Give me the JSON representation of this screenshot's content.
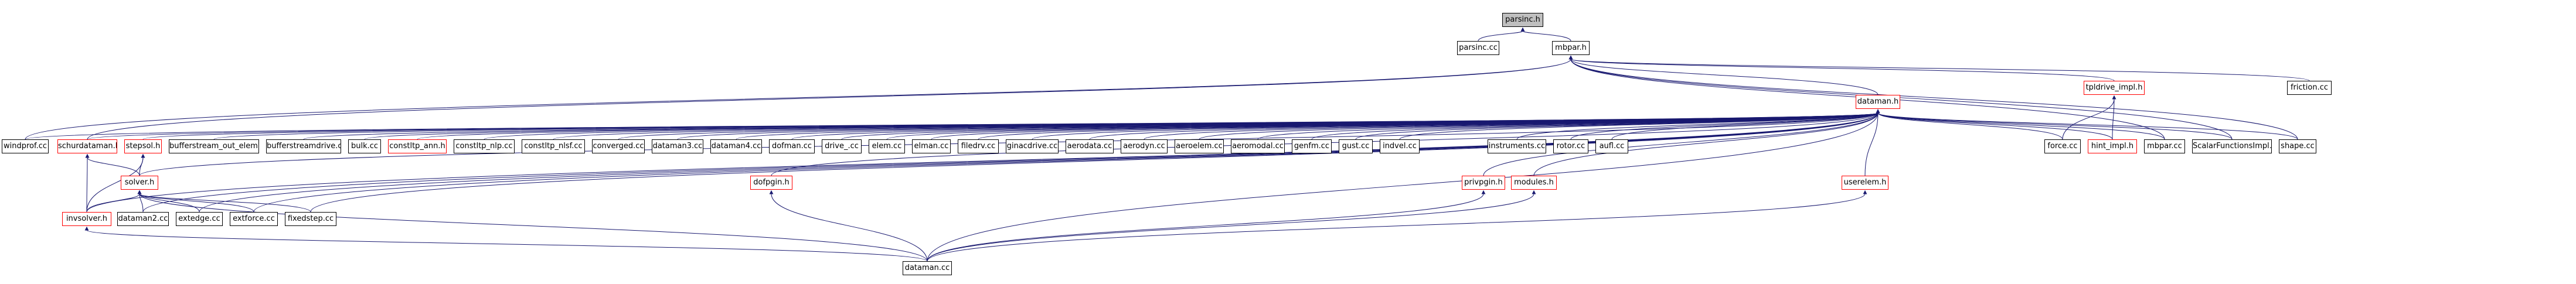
{
  "graph": {
    "colors": {
      "edge": "#191970",
      "node_border": "#000000",
      "incomplete_border": "#ff0000",
      "root_fill": "#bfbfbf"
    },
    "nodes": [
      {
        "id": "parsinc_h",
        "label": "parsinc.h",
        "kind": "root"
      },
      {
        "id": "parsinc_cc",
        "label": "parsinc.cc",
        "kind": "normal"
      },
      {
        "id": "mbpar_h",
        "label": "mbpar.h",
        "kind": "normal"
      },
      {
        "id": "dataman_h",
        "label": "dataman.h",
        "kind": "incomplete"
      },
      {
        "id": "friction_cc",
        "label": "friction.cc",
        "kind": "normal"
      },
      {
        "id": "tpldrive_impl_h",
        "label": "tpldrive_impl.h",
        "kind": "incomplete"
      },
      {
        "id": "windprof_cc",
        "label": "windprof.cc",
        "kind": "normal"
      },
      {
        "id": "schurdataman_h",
        "label": "schurdataman.h",
        "kind": "incomplete"
      },
      {
        "id": "stepsol_h",
        "label": "stepsol.h",
        "kind": "incomplete"
      },
      {
        "id": "bufferstream_out_elem_cc",
        "label": "bufferstream_out_elem.cc",
        "kind": "normal"
      },
      {
        "id": "bufferstreamdrive_cc",
        "label": "bufferstreamdrive.cc",
        "kind": "normal"
      },
      {
        "id": "bulk_cc",
        "label": "bulk.cc",
        "kind": "normal"
      },
      {
        "id": "constltp_ann_h",
        "label": "constltp_ann.h",
        "kind": "incomplete"
      },
      {
        "id": "constltp_nlp_cc",
        "label": "constltp_nlp.cc",
        "kind": "normal"
      },
      {
        "id": "constltp_nlsf_cc",
        "label": "constltp_nlsf.cc",
        "kind": "normal"
      },
      {
        "id": "converged_cc",
        "label": "converged.cc",
        "kind": "normal"
      },
      {
        "id": "dataman3_cc",
        "label": "dataman3.cc",
        "kind": "normal"
      },
      {
        "id": "dataman4_cc",
        "label": "dataman4.cc",
        "kind": "normal"
      },
      {
        "id": "dofman_cc",
        "label": "dofman.cc",
        "kind": "normal"
      },
      {
        "id": "drive_cc",
        "label": "drive_.cc",
        "kind": "normal"
      },
      {
        "id": "elem_cc",
        "label": "elem.cc",
        "kind": "normal"
      },
      {
        "id": "elman_cc",
        "label": "elman.cc",
        "kind": "normal"
      },
      {
        "id": "filedrv_cc",
        "label": "filedrv.cc",
        "kind": "normal"
      },
      {
        "id": "ginacdrive_cc",
        "label": "ginacdrive.cc",
        "kind": "normal"
      },
      {
        "id": "aerodata_cc",
        "label": "aerodata.cc",
        "kind": "normal"
      },
      {
        "id": "aerodyn_cc",
        "label": "aerodyn.cc",
        "kind": "normal"
      },
      {
        "id": "aeroelem_cc",
        "label": "aeroelem.cc",
        "kind": "normal"
      },
      {
        "id": "aeromodal_cc",
        "label": "aeromodal.cc",
        "kind": "normal"
      },
      {
        "id": "genfm_cc",
        "label": "genfm.cc",
        "kind": "normal"
      },
      {
        "id": "gust_cc",
        "label": "gust.cc",
        "kind": "normal"
      },
      {
        "id": "indvel_cc",
        "label": "indvel.cc",
        "kind": "normal"
      },
      {
        "id": "instruments_cc",
        "label": "instruments.cc",
        "kind": "normal"
      },
      {
        "id": "rotor_cc",
        "label": "rotor.cc",
        "kind": "normal"
      },
      {
        "id": "aufl_cc",
        "label": "aufl.cc",
        "kind": "normal"
      },
      {
        "id": "force_cc",
        "label": "force.cc",
        "kind": "normal"
      },
      {
        "id": "hint_impl_h",
        "label": "hint_impl.h",
        "kind": "incomplete"
      },
      {
        "id": "mbpar_cc",
        "label": "mbpar.cc",
        "kind": "normal"
      },
      {
        "id": "scalarfunctionsimpl_cc",
        "label": "ScalarFunctionsImpl.cc",
        "kind": "normal"
      },
      {
        "id": "shape_cc",
        "label": "shape.cc",
        "kind": "normal"
      },
      {
        "id": "solver_h",
        "label": "solver.h",
        "kind": "incomplete"
      },
      {
        "id": "dofpgin_h",
        "label": "dofpgin.h",
        "kind": "incomplete"
      },
      {
        "id": "privpgin_h",
        "label": "privpgin.h",
        "kind": "incomplete"
      },
      {
        "id": "modules_h",
        "label": "modules.h",
        "kind": "incomplete"
      },
      {
        "id": "userelem_h",
        "label": "userelem.h",
        "kind": "incomplete"
      },
      {
        "id": "invsolver_h",
        "label": "invsolver.h",
        "kind": "incomplete"
      },
      {
        "id": "dataman2_cc",
        "label": "dataman2.cc",
        "kind": "normal"
      },
      {
        "id": "extedge_cc",
        "label": "extedge.cc",
        "kind": "normal"
      },
      {
        "id": "extforce_cc",
        "label": "extforce.cc",
        "kind": "normal"
      },
      {
        "id": "fixedstep_cc",
        "label": "fixedstep.cc",
        "kind": "normal"
      },
      {
        "id": "dataman_cc",
        "label": "dataman.cc",
        "kind": "normal"
      }
    ],
    "edges": [
      [
        "parsinc_h",
        "parsinc_cc"
      ],
      [
        "parsinc_h",
        "mbpar_h"
      ],
      [
        "mbpar_h",
        "dataman_h"
      ],
      [
        "mbpar_h",
        "friction_cc"
      ],
      [
        "mbpar_h",
        "tpldrive_impl_h"
      ],
      [
        "mbpar_h",
        "windprof_cc"
      ],
      [
        "mbpar_h",
        "schurdataman_h"
      ],
      [
        "mbpar_h",
        "mbpar_cc"
      ],
      [
        "mbpar_h",
        "scalarfunctionsimpl_cc"
      ],
      [
        "mbpar_h",
        "shape_cc"
      ],
      [
        "dataman_h",
        "windprof_cc"
      ],
      [
        "dataman_h",
        "schurdataman_h"
      ],
      [
        "dataman_h",
        "stepsol_h"
      ],
      [
        "dataman_h",
        "bufferstream_out_elem_cc"
      ],
      [
        "dataman_h",
        "bufferstreamdrive_cc"
      ],
      [
        "dataman_h",
        "bulk_cc"
      ],
      [
        "dataman_h",
        "constltp_ann_h"
      ],
      [
        "dataman_h",
        "constltp_nlp_cc"
      ],
      [
        "dataman_h",
        "constltp_nlsf_cc"
      ],
      [
        "dataman_h",
        "converged_cc"
      ],
      [
        "dataman_h",
        "dataman3_cc"
      ],
      [
        "dataman_h",
        "dataman4_cc"
      ],
      [
        "dataman_h",
        "dofman_cc"
      ],
      [
        "dataman_h",
        "drive_cc"
      ],
      [
        "dataman_h",
        "elem_cc"
      ],
      [
        "dataman_h",
        "elman_cc"
      ],
      [
        "dataman_h",
        "filedrv_cc"
      ],
      [
        "dataman_h",
        "ginacdrive_cc"
      ],
      [
        "dataman_h",
        "aerodata_cc"
      ],
      [
        "dataman_h",
        "aerodyn_cc"
      ],
      [
        "dataman_h",
        "aeroelem_cc"
      ],
      [
        "dataman_h",
        "aeromodal_cc"
      ],
      [
        "dataman_h",
        "genfm_cc"
      ],
      [
        "dataman_h",
        "gust_cc"
      ],
      [
        "dataman_h",
        "indvel_cc"
      ],
      [
        "dataman_h",
        "instruments_cc"
      ],
      [
        "dataman_h",
        "rotor_cc"
      ],
      [
        "dataman_h",
        "aufl_cc"
      ],
      [
        "dataman_h",
        "force_cc"
      ],
      [
        "dataman_h",
        "hint_impl_h"
      ],
      [
        "dataman_h",
        "mbpar_cc"
      ],
      [
        "dataman_h",
        "scalarfunctionsimpl_cc"
      ],
      [
        "dataman_h",
        "shape_cc"
      ],
      [
        "dataman_h",
        "solver_h"
      ],
      [
        "dataman_h",
        "dofpgin_h"
      ],
      [
        "dataman_h",
        "privpgin_h"
      ],
      [
        "dataman_h",
        "modules_h"
      ],
      [
        "dataman_h",
        "userelem_h"
      ],
      [
        "dataman_h",
        "invsolver_h"
      ],
      [
        "dataman_h",
        "dataman2_cc"
      ],
      [
        "dataman_h",
        "extedge_cc"
      ],
      [
        "dataman_h",
        "extforce_cc"
      ],
      [
        "dataman_h",
        "fixedstep_cc"
      ],
      [
        "dataman_h",
        "dataman_cc"
      ],
      [
        "tpldrive_impl_h",
        "force_cc"
      ],
      [
        "tpldrive_impl_h",
        "hint_impl_h"
      ],
      [
        "schurdataman_h",
        "invsolver_h"
      ],
      [
        "schurdataman_h",
        "solver_h"
      ],
      [
        "stepsol_h",
        "solver_h"
      ],
      [
        "stepsol_h",
        "invsolver_h"
      ],
      [
        "solver_h",
        "invsolver_h"
      ],
      [
        "solver_h",
        "dataman2_cc"
      ],
      [
        "solver_h",
        "extedge_cc"
      ],
      [
        "solver_h",
        "extforce_cc"
      ],
      [
        "solver_h",
        "fixedstep_cc"
      ],
      [
        "solver_h",
        "dataman_cc"
      ],
      [
        "invsolver_h",
        "dataman_cc"
      ],
      [
        "dofpgin_h",
        "dataman_cc"
      ],
      [
        "privpgin_h",
        "dataman_cc"
      ],
      [
        "modules_h",
        "dataman_cc"
      ],
      [
        "userelem_h",
        "dataman_cc"
      ]
    ]
  }
}
